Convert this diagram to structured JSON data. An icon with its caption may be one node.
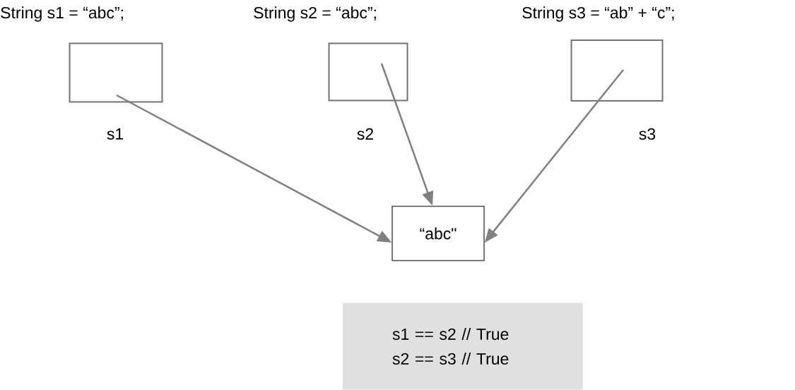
{
  "diagram": {
    "nodes": [
      {
        "text": [],
        "shape": "box",
        "beside": [
          "String s1 = “abc”;",
          "s1"
        ]
      },
      {
        "text": [],
        "shape": "box",
        "beside": [
          "String s2 = “abc”;",
          "s2"
        ]
      },
      {
        "text": [],
        "shape": "box",
        "beside": [
          "String s3 = “ab” + “c”;",
          "s3"
        ]
      },
      {
        "text": [
          "“abc\""
        ]
      },
      {
        "text": [
          "s1 == s2   // True",
          "s2 == s3   // True"
        ]
      }
    ],
    "edges": [
      {
        "from": 0,
        "to": 3,
        "arrow": "to"
      },
      {
        "from": 1,
        "to": 3,
        "arrow": "to"
      },
      {
        "from": 2,
        "to": 3,
        "arrow": "to"
      }
    ]
  }
}
